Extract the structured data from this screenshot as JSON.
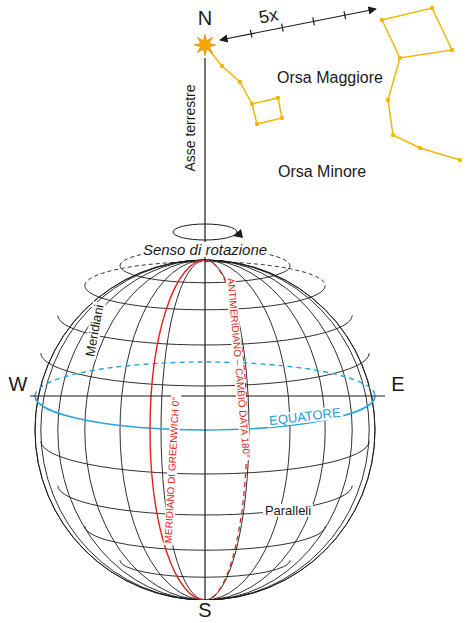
{
  "diagram": {
    "labels": [
      "N",
      "5x",
      "Orsa Maggiore",
      "Asse terrestre",
      "Orsa Minore",
      "Senso di rotazione",
      "Meridiani",
      "MERIDIANO DI GREENWICH 0°",
      "ANTIMERIDIANO – CAMBIO DATA 180°",
      "W",
      "E",
      "EQUATORE",
      "Paralleli",
      "S"
    ]
  }
}
